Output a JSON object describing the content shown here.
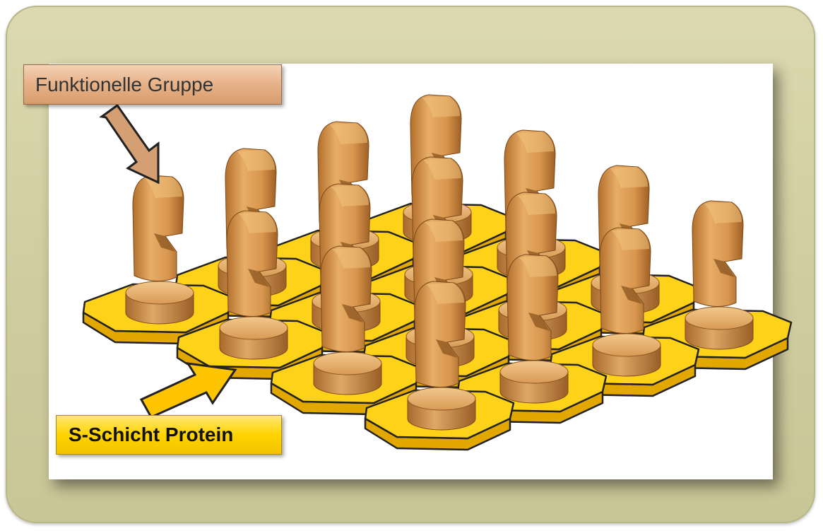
{
  "labels": {
    "functional_group": "Funktionelle Gruppe",
    "s_layer_protein": "S-Schicht Protein"
  },
  "colors": {
    "frame": "#d4d1a6",
    "tile_top": "#ffd21a",
    "tile_side": "#e2a800",
    "wood_light": "#e8b06a",
    "wood_dark": "#b5742f",
    "arrow_functional": "#d49f72",
    "arrow_sheet": "#ffc400"
  },
  "grid": {
    "rows": 4,
    "columns": 4
  }
}
